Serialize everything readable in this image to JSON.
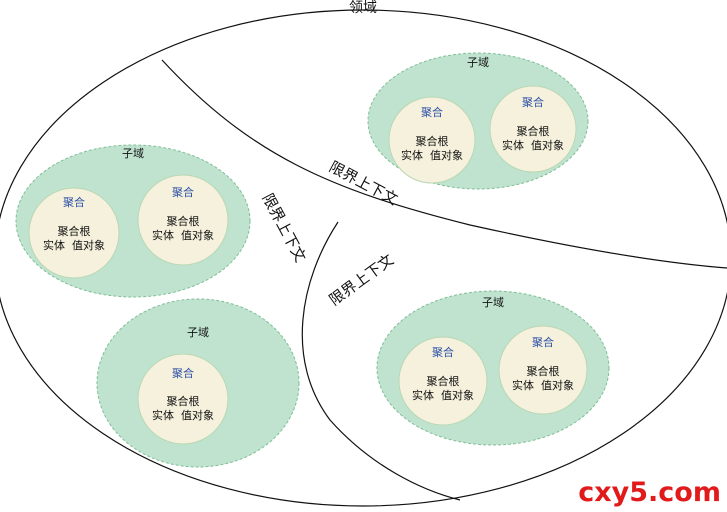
{
  "domain_label": "领域",
  "contexts": [
    {
      "label": "限界上下文"
    },
    {
      "label": "限界上下文"
    },
    {
      "label": "限界上下文"
    }
  ],
  "subdomains": [
    {
      "label": "子域",
      "aggregates": [
        {
          "label": "聚合",
          "root": "聚合根",
          "members": "实体  值对象"
        },
        {
          "label": "聚合",
          "root": "聚合根",
          "members": "实体  值对象"
        }
      ]
    },
    {
      "label": "子域",
      "aggregates": [
        {
          "label": "聚合",
          "root": "聚合根",
          "members": "实体  值对象"
        },
        {
          "label": "聚合",
          "root": "聚合根",
          "members": "实体  值对象"
        }
      ]
    },
    {
      "label": "子域",
      "aggregates": [
        {
          "label": "聚合",
          "root": "聚合根",
          "members": "实体  值对象"
        }
      ]
    },
    {
      "label": "子域",
      "aggregates": [
        {
          "label": "聚合",
          "root": "聚合根",
          "members": "实体  值对象"
        },
        {
          "label": "聚合",
          "root": "聚合根",
          "members": "实体  值对象"
        }
      ]
    }
  ],
  "watermark": "cxy5.com",
  "colors": {
    "subdomain_fill": "#bfe3cf",
    "subdomain_stroke": "#7fbf96",
    "aggregate_fill": "#f5f1dc",
    "aggregate_stroke": "#b9d7b2",
    "aggregate_text": "#2b4fa8",
    "watermark": "#e11b1b"
  }
}
